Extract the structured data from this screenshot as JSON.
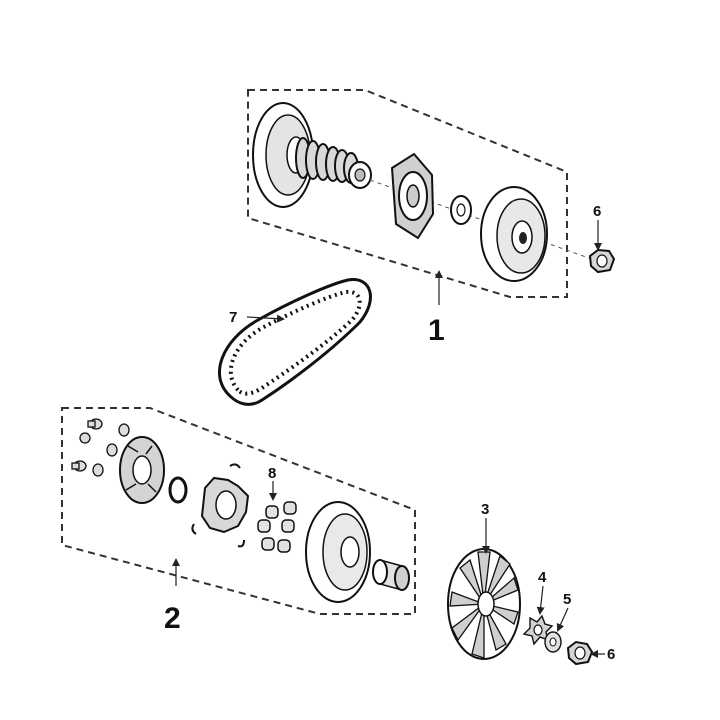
{
  "diagram": {
    "labels": {
      "group_1": "1",
      "group_2": "2",
      "part_3": "3",
      "part_4": "4",
      "part_5": "5",
      "part_6_top": "6",
      "part_6_bottom": "6",
      "part_7": "7",
      "part_8": "8"
    },
    "colors": {
      "line": "#111111",
      "fill": "#ffffff",
      "shade": "#cfcfcf"
    }
  }
}
